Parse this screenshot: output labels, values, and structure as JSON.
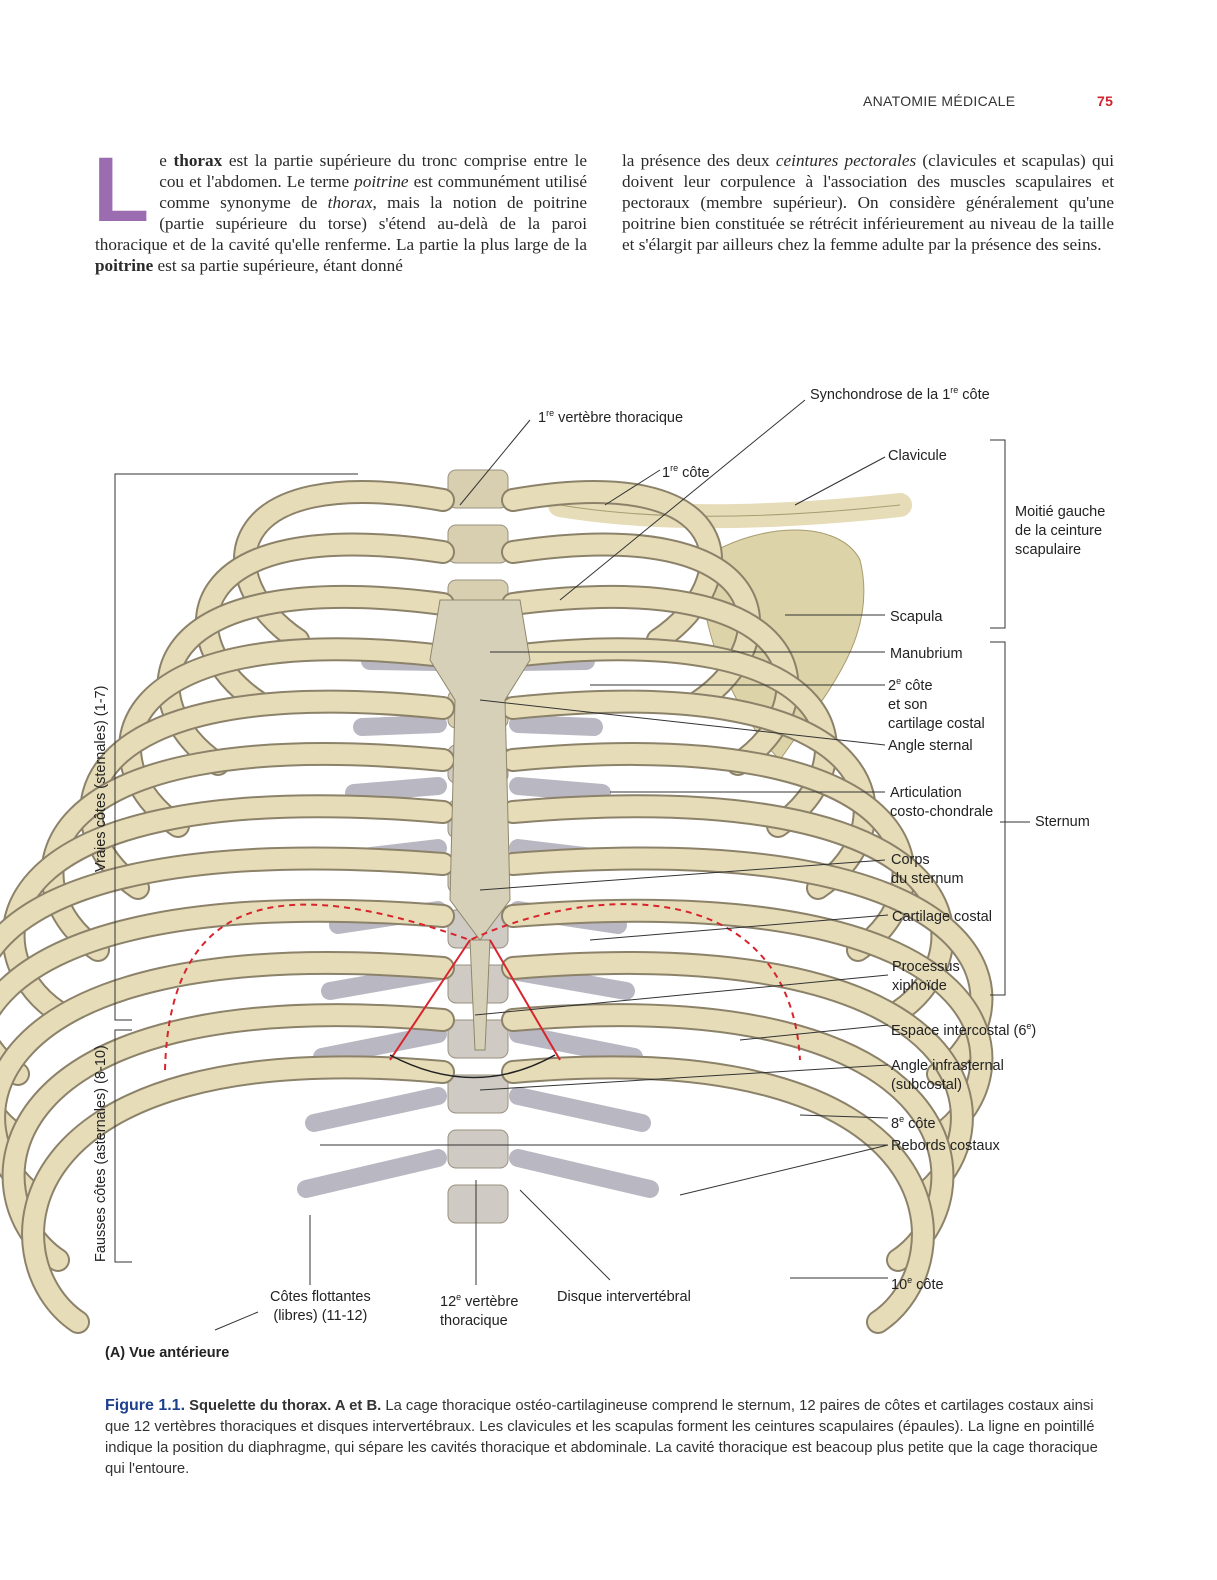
{
  "header": {
    "title": "ANATOMIE MÉDICALE",
    "page_number": "75"
  },
  "body": {
    "dropcap": "L",
    "col1": [
      {
        "t": "e "
      },
      {
        "t": "thorax",
        "b": 1
      },
      {
        "t": " est la partie supérieure du tronc comprise entre le cou et l'abdomen. Le terme "
      },
      {
        "t": "poitrine",
        "i": 1
      },
      {
        "t": " est communément utilisé comme synonyme de "
      },
      {
        "t": "thorax",
        "i": 1
      },
      {
        "t": ", mais la notion de poitrine (partie supérieure du torse) s'étend au-delà de la paroi thoracique et de la cavité qu'elle renferme. La partie la plus large de la "
      },
      {
        "t": "poitrine",
        "b": 1
      },
      {
        "t": " est sa partie supérieure, étant donné"
      }
    ],
    "col2": [
      {
        "t": "la présence des deux "
      },
      {
        "t": "ceintures pectorales",
        "i": 1
      },
      {
        "t": " (clavicules et scapulas) qui doivent leur corpulence à l'association des muscles scapulaires et pectoraux (membre supérieur). On considère généralement qu'une poitrine bien constituée se rétrécit inférieurement au niveau de la taille et s'élargit par ailleurs chez la femme adulte par la présence des seins."
      }
    ]
  },
  "figure": {
    "labels": [
      {
        "id": "vertebre-1",
        "lines": [
          [
            [
              "1"
            ],
            [
              "re",
              "sup"
            ],
            [
              " vertèbre thoracique"
            ]
          ]
        ]
      },
      {
        "id": "synchondrose",
        "lines": [
          [
            [
              "Synchondrose de la 1"
            ],
            [
              "re",
              "sup"
            ],
            [
              " côte"
            ]
          ]
        ]
      },
      {
        "id": "cote-1",
        "lines": [
          [
            [
              "1"
            ],
            [
              "re",
              "sup"
            ],
            [
              " côte"
            ]
          ]
        ]
      },
      {
        "id": "clavicule",
        "lines": [
          [
            [
              "Clavicule"
            ]
          ]
        ]
      },
      {
        "id": "ceinture",
        "lines": [
          [
            [
              "Moitié gauche"
            ]
          ],
          [
            [
              "de la ceinture"
            ]
          ],
          [
            [
              "scapulaire"
            ]
          ]
        ]
      },
      {
        "id": "scapula",
        "lines": [
          [
            [
              "Scapula"
            ]
          ]
        ]
      },
      {
        "id": "manubrium",
        "lines": [
          [
            [
              "Manubrium"
            ]
          ]
        ]
      },
      {
        "id": "cote-2",
        "lines": [
          [
            [
              "2"
            ],
            [
              "e",
              "sup"
            ],
            [
              " côte"
            ]
          ],
          [
            [
              "et son"
            ]
          ],
          [
            [
              "cartilage costal"
            ]
          ]
        ]
      },
      {
        "id": "angle-sternal",
        "lines": [
          [
            [
              "Angle sternal"
            ]
          ]
        ]
      },
      {
        "id": "articulation",
        "lines": [
          [
            [
              "Articulation"
            ]
          ],
          [
            [
              "costo-chondrale"
            ]
          ]
        ]
      },
      {
        "id": "sternum",
        "lines": [
          [
            [
              "Sternum"
            ]
          ]
        ]
      },
      {
        "id": "corps",
        "lines": [
          [
            [
              "Corps"
            ]
          ],
          [
            [
              "du sternum"
            ]
          ]
        ]
      },
      {
        "id": "cartilage",
        "lines": [
          [
            [
              "Cartilage costal"
            ]
          ]
        ]
      },
      {
        "id": "xiphoide",
        "lines": [
          [
            [
              "Processus"
            ]
          ],
          [
            [
              "xiphoïde"
            ]
          ]
        ]
      },
      {
        "id": "espace",
        "lines": [
          [
            [
              "Espace intercostal (6"
            ],
            [
              "e",
              "sup"
            ],
            [
              ")"
            ]
          ]
        ]
      },
      {
        "id": "angle-infra",
        "lines": [
          [
            [
              "Angle infrasternal"
            ]
          ],
          [
            [
              "(subcostal)"
            ]
          ]
        ]
      },
      {
        "id": "cote-8",
        "lines": [
          [
            [
              "8"
            ],
            [
              "e",
              "sup"
            ],
            [
              " côte"
            ]
          ]
        ]
      },
      {
        "id": "rebords",
        "lines": [
          [
            [
              "Rebords costaux"
            ]
          ]
        ]
      },
      {
        "id": "cote-10",
        "lines": [
          [
            [
              "10"
            ],
            [
              "e",
              "sup"
            ],
            [
              " côte"
            ]
          ]
        ]
      },
      {
        "id": "flottantes",
        "lines": [
          [
            [
              "Côtes flottantes"
            ]
          ],
          [
            [
              "(libres) (11-12)"
            ]
          ]
        ]
      },
      {
        "id": "vertebre-12",
        "lines": [
          [
            [
              "12"
            ],
            [
              "e",
              "sup"
            ],
            [
              " vertèbre"
            ]
          ],
          [
            [
              "thoracique"
            ]
          ]
        ]
      },
      {
        "id": "disque",
        "lines": [
          [
            [
              "Disque intervertébral"
            ]
          ]
        ]
      }
    ],
    "vraies": "Vraies côtes (sternales) (1-7)",
    "fausses": "Fausses côtes (asternales) (8-10)",
    "view": "(A) Vue antérieure"
  },
  "caption": {
    "fig": "Figure 1.1.",
    "bold": " Squelette du thorax. A et B.",
    "text": " La cage thoracique ostéo-cartilagineuse comprend le sternum, 12 paires de côtes et cartilages costaux ainsi que 12 vertèbres thoraciques et disques intervertébraux. Les clavicules et les scapulas forment les ceintures scapulaires (épaules). La ligne en pointillé indique la position du diaphragme, qui sépare les cavités thoracique et abdominale. La cavité thoracique est beacoup plus petite que la cage thoracique qui l'entoure."
  },
  "colors": {
    "accent": "#9b6cb0",
    "page_number": "#d0202a",
    "figure_label": "#1d3f8f",
    "bone": "#e6dcb8",
    "cartilage": "#b9b8c2",
    "diaphragm": "#d8242c"
  }
}
